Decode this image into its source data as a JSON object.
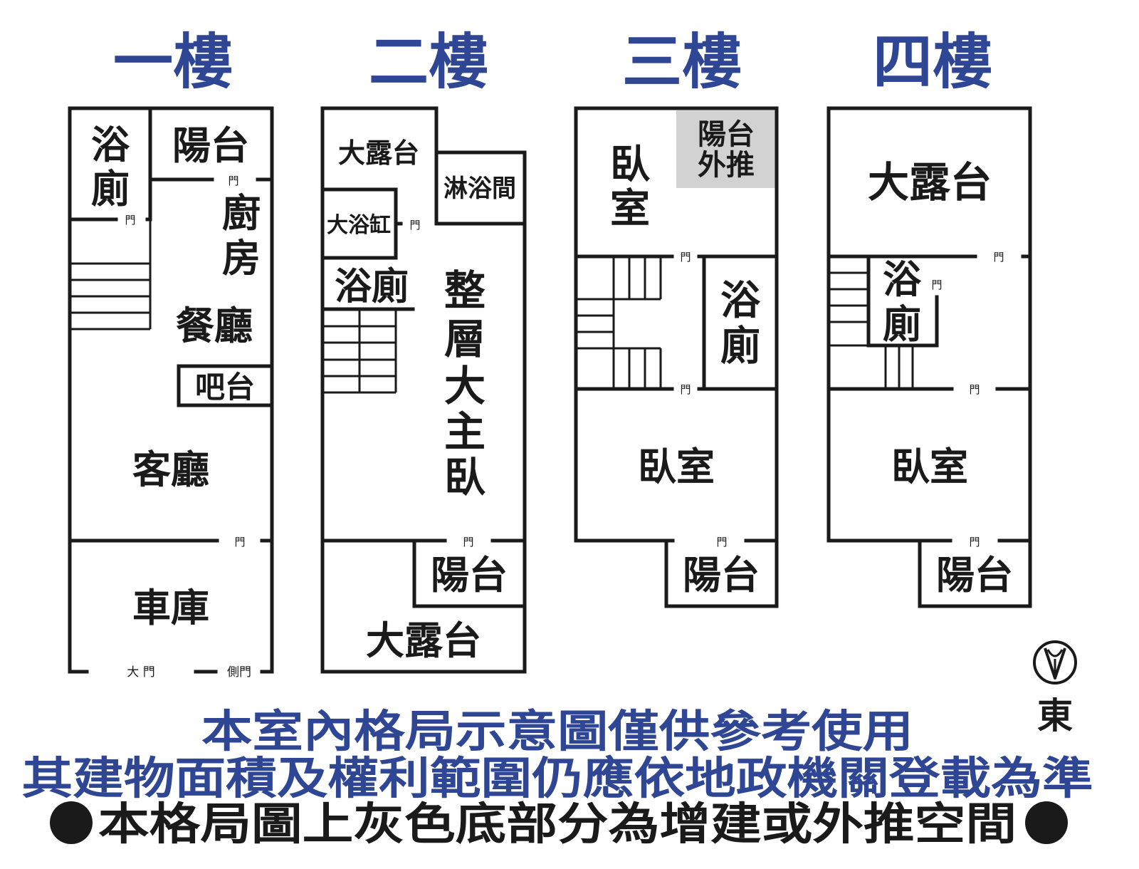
{
  "floors": {
    "f1": {
      "title": "一樓",
      "bath_a": "浴",
      "bath_b": "廁",
      "balcony": "陽台",
      "kitchen_a": "廚",
      "kitchen_b": "房",
      "dining": "餐廳",
      "bar": "吧台",
      "living": "客廳",
      "garage": "車庫",
      "main_door": "大 門",
      "side_door": "側門"
    },
    "f2": {
      "title": "二樓",
      "big_terrace_top": "大露台",
      "shower_room": "淋浴間",
      "bathtub": "大浴缸",
      "bath": "浴廁",
      "master_chars": [
        "整",
        "層",
        "大",
        "主",
        "臥"
      ],
      "balcony": "陽台",
      "big_terrace_bottom": "大露台"
    },
    "f3": {
      "title": "三樓",
      "bedroom_top_a": "臥",
      "bedroom_top_b": "室",
      "balcony_ext_a": "陽台",
      "balcony_ext_b": "外推",
      "bath_a": "浴",
      "bath_b": "廁",
      "bedroom": "臥室",
      "balcony": "陽台"
    },
    "f4": {
      "title": "四樓",
      "big_terrace": "大露台",
      "bath_a": "浴",
      "bath_b": "廁",
      "bedroom": "臥室",
      "balcony": "陽台"
    }
  },
  "door_label": "門",
  "compass": {
    "label": "東"
  },
  "disclaimer": {
    "line1": "本室內格局示意圖僅供參考使用",
    "line2": "其建物面積及權利範圍仍應依地政機關登載為準"
  },
  "note": "本格局圖上灰色底部分為增建或外推空間",
  "colors": {
    "title": "#2e4694",
    "gray_area": "#d2d2d2",
    "ink": "#1a1a1a"
  }
}
